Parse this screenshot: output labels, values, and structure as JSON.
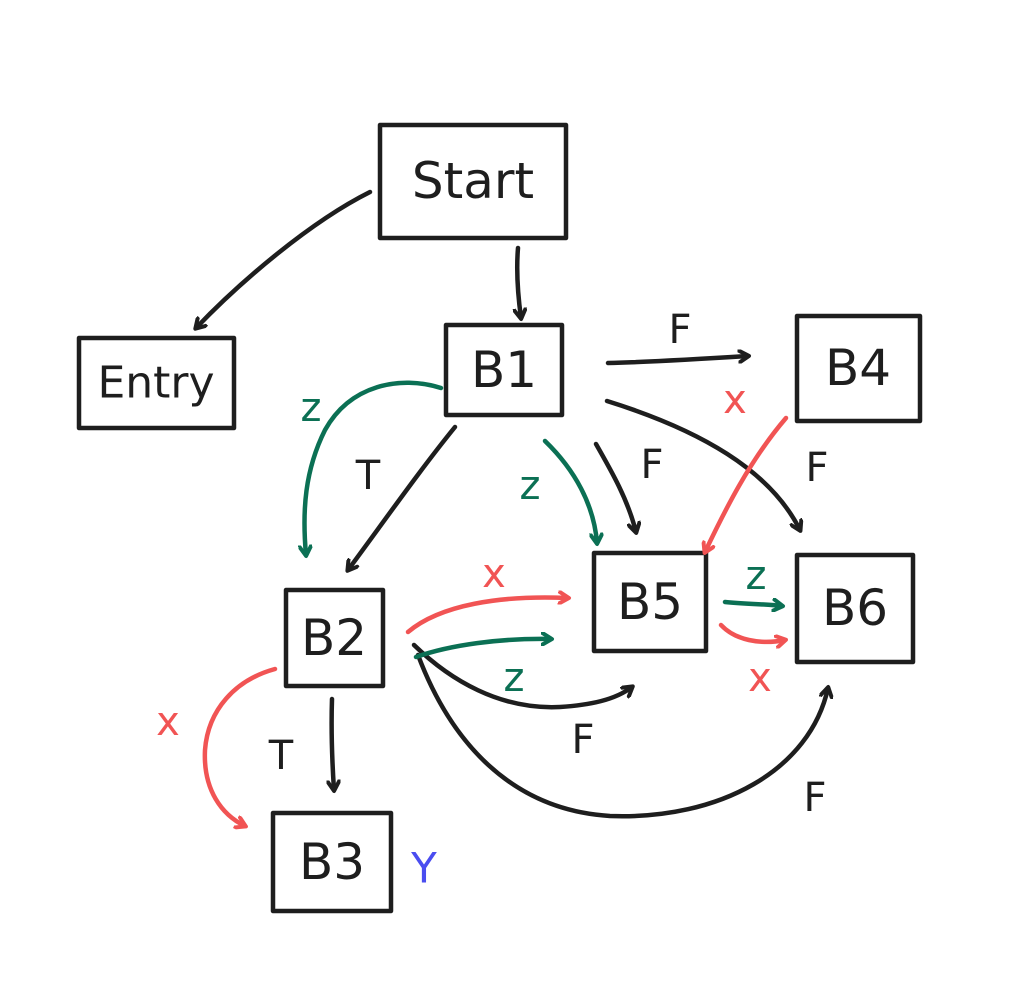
{
  "colors": {
    "ink": "#1e1e1e",
    "green": "#0b7054",
    "red": "#f15454",
    "blue": "#4a4df0"
  },
  "nodes": {
    "start": "Start",
    "entry": "Entry",
    "b1": "B1",
    "b2": "B2",
    "b3": "B3",
    "b4": "B4",
    "b5": "B5",
    "b6": "B6"
  },
  "edges": [
    {
      "from": "B1",
      "to": "B2",
      "label": "T",
      "color": "ink"
    },
    {
      "from": "B1",
      "to": "B4",
      "label": "F",
      "color": "ink"
    },
    {
      "from": "B1",
      "to": "B5",
      "label": "F",
      "color": "ink"
    },
    {
      "from": "B1",
      "to": "B6",
      "label": "F",
      "color": "ink"
    },
    {
      "from": "B2",
      "to": "B3",
      "label": "T",
      "color": "ink"
    },
    {
      "from": "B2",
      "to": "B5",
      "label": "F",
      "color": "ink"
    },
    {
      "from": "B2",
      "to": "B6",
      "label": "F",
      "color": "ink"
    },
    {
      "from": "B1",
      "to": "B2",
      "label": "z",
      "color": "green"
    },
    {
      "from": "B1",
      "to": "B5",
      "label": "z",
      "color": "green"
    },
    {
      "from": "B2",
      "to": "B5",
      "label": "z",
      "color": "green"
    },
    {
      "from": "B5",
      "to": "B6",
      "label": "z",
      "color": "green"
    },
    {
      "from": "B4",
      "to": "B5",
      "label": "x",
      "color": "red"
    },
    {
      "from": "B2",
      "to": "B5",
      "label": "x",
      "color": "red"
    },
    {
      "from": "B2",
      "to": "B3",
      "label": "x",
      "color": "red"
    },
    {
      "from": "B5",
      "to": "B6",
      "label": "x",
      "color": "red"
    }
  ],
  "annotations": {
    "b3_mark": "Y"
  }
}
